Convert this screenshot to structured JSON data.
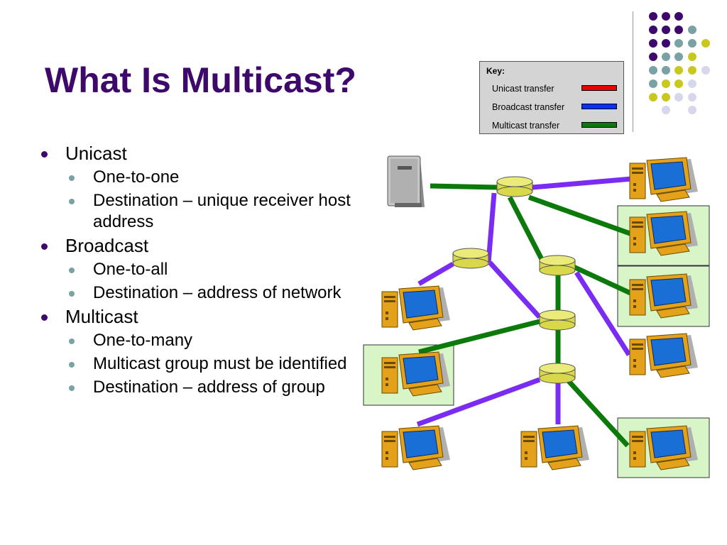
{
  "title": "What Is Multicast?",
  "key": {
    "title": "Key:",
    "items": [
      {
        "label": "Unicast transfer",
        "color": "#e60000"
      },
      {
        "label": "Broadcast transfer",
        "color": "#0033ff"
      },
      {
        "label": "Multicast transfer",
        "color": "#0b7a0b"
      }
    ]
  },
  "bullets": [
    {
      "label": "Unicast",
      "subs": [
        "One-to-one",
        "Destination – unique receiver host address"
      ]
    },
    {
      "label": "Broadcast",
      "subs": [
        "One-to-all",
        "Destination – address of network"
      ]
    },
    {
      "label": "Multicast",
      "subs": [
        "One-to-many",
        "Multicast group must be identified",
        "Destination – address of group"
      ]
    }
  ],
  "colors": {
    "title": "#3d0a6b",
    "unicast_lines": "#7b2cf2",
    "multicast_lines": "#0b7a0b",
    "router": "#d8d84a",
    "group_highlight": "#d8f5c8"
  },
  "icons": {
    "server": "server-icon",
    "router": "router-icon",
    "computer": "computer-icon"
  }
}
